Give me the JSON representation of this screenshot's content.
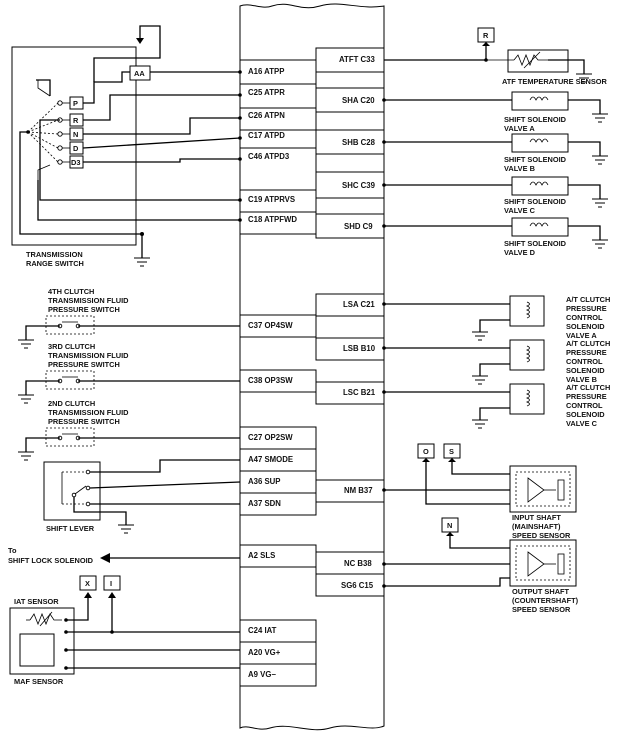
{
  "ecm_pins_left": [
    "A16 ATPP",
    "C25 ATPR",
    "C26 ATPN",
    "C17 ATPD",
    "C46 ATPD3",
    "C19 ATPRVS",
    "C18 ATPFWD",
    "C37 OP4SW",
    "C38 OP3SW",
    "C27 OP2SW",
    "A47 SMODE",
    "A36 SUP",
    "A37 SDN",
    "A2 SLS",
    "C24 IAT",
    "A20 VG+",
    "A9 VG−"
  ],
  "ecm_pins_right": [
    "ATFT C33",
    "SHA C20",
    "SHB C28",
    "SHC C39",
    "SHD C9",
    "LSA C21",
    "LSB B10",
    "LSC B21",
    "NM B37",
    "NC B38",
    "SG6 C15"
  ],
  "connectors": [
    "AA",
    "R",
    "O",
    "S",
    "N",
    "X",
    "I"
  ],
  "range_switch": {
    "positions": [
      "P",
      "R",
      "N",
      "D",
      "D3"
    ],
    "label_lines": [
      "TRANSMISSION",
      "RANGE SWITCH"
    ]
  },
  "pressure_switches": [
    {
      "lines": [
        "4TH CLUTCH",
        "TRANSMISSION FLUID",
        "PRESSURE SWITCH"
      ]
    },
    {
      "lines": [
        "3RD CLUTCH",
        "TRANSMISSION FLUID",
        "PRESSURE SWITCH"
      ]
    },
    {
      "lines": [
        "2ND CLUTCH",
        "TRANSMISSION FLUID",
        "PRESSURE SWITCH"
      ]
    }
  ],
  "shift_lever_label": "SHIFT LEVER",
  "shift_lock": {
    "lines": [
      "To",
      "SHIFT LOCK SOLENOID"
    ]
  },
  "iat_label": "IAT SENSOR",
  "maf_label": "MAF SENSOR",
  "atf_sensor_label": "ATF TEMPERATURE SENSOR",
  "shift_solenoids": [
    {
      "lines": [
        "SHIFT SOLENOID",
        "VALVE A"
      ]
    },
    {
      "lines": [
        "SHIFT SOLENOID",
        "VALVE B"
      ]
    },
    {
      "lines": [
        "SHIFT SOLENOID",
        "VALVE C"
      ]
    },
    {
      "lines": [
        "SHIFT SOLENOID",
        "VALVE D"
      ]
    }
  ],
  "pressure_solenoids": [
    {
      "lines": [
        "A/T CLUTCH",
        "PRESSURE",
        "CONTROL",
        "SOLENOID",
        "VALVE A"
      ]
    },
    {
      "lines": [
        "A/T CLUTCH",
        "PRESSURE",
        "CONTROL",
        "SOLENOID",
        "VALVE B"
      ]
    },
    {
      "lines": [
        "A/T CLUTCH",
        "PRESSURE",
        "CONTROL",
        "SOLENOID",
        "VALVE C"
      ]
    }
  ],
  "input_sensor": {
    "lines": [
      "INPUT SHAFT",
      "(MAINSHAFT)",
      "SPEED SENSOR"
    ]
  },
  "output_sensor": {
    "lines": [
      "OUTPUT SHAFT",
      "(COUNTERSHAFT)",
      "SPEED SENSOR"
    ]
  }
}
